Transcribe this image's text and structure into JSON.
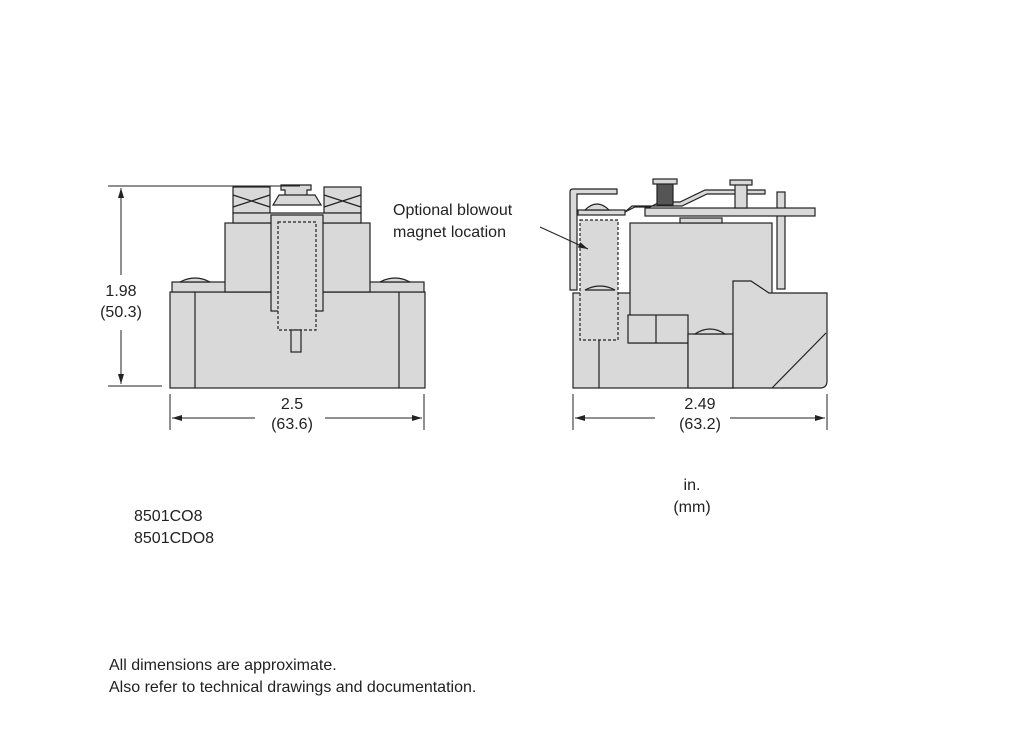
{
  "front_view": {
    "height_in": "1.98",
    "height_mm": "(50.3)",
    "width_in": "2.5",
    "width_mm": "(63.6)"
  },
  "side_view": {
    "callout_line1": "Optional blowout",
    "callout_line2": "magnet location",
    "width_in": "2.49",
    "width_mm": "(63.2)"
  },
  "units": {
    "primary": "in.",
    "secondary": "(mm)"
  },
  "part_numbers": [
    "8501CO8",
    "8501CDO8"
  ],
  "notes": [
    "All dimensions are approximate.",
    "Also refer to technical drawings and documentation."
  ],
  "colors": {
    "fill": "#d9d9d9",
    "stroke": "#222222"
  }
}
